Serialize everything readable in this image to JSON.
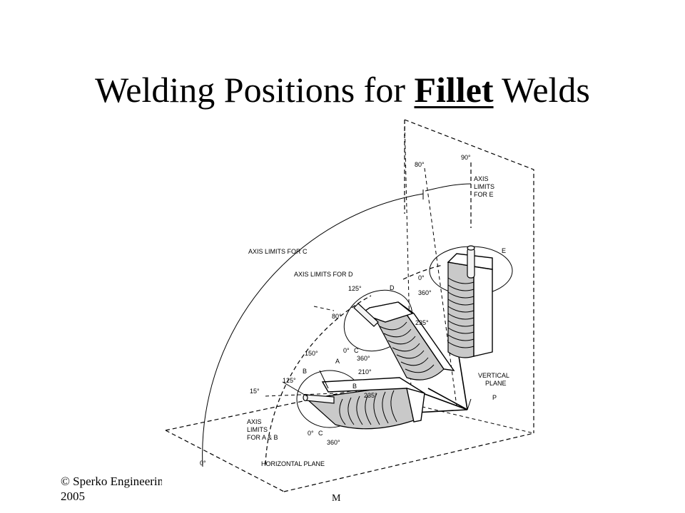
{
  "slide": {
    "title_before": "Welding Positions for ",
    "title_emphasis": "Fillet",
    "title_after": " Welds",
    "footer_left_line1": "© Sperko Engineering",
    "footer_left_line2": "2005",
    "footer_center": "M"
  },
  "figure": {
    "labels": {
      "axis_limits_for_c": "AXIS LIMITS FOR C",
      "axis_limits_for_d": "AXIS LIMITS FOR D",
      "axis_limits_for_e_1": "AXIS",
      "axis_limits_for_e_2": "LIMITS",
      "axis_limits_for_e_3": "FOR E",
      "axis_limits_for_ab_1": "AXIS",
      "axis_limits_for_ab_2": "LIMITS",
      "axis_limits_for_ab_3": "FOR A & B",
      "vertical_plane_1": "VERTICAL",
      "vertical_plane_2": "PLANE",
      "horizontal_plane": "HORIZONTAL PLANE",
      "point_p": "P",
      "pos_a": "A",
      "pos_b_upper": "B",
      "pos_b_lower": "B",
      "pos_c_lower": "C",
      "pos_c_mid": "C",
      "pos_d": "D",
      "pos_e": "E"
    },
    "angles": {
      "deg_90": "90°",
      "deg_80_top": "80°",
      "deg_80_mid": "80°",
      "deg_0_e": "0°",
      "deg_360_e": "360°",
      "deg_125_d": "125°",
      "deg_235_d": "235°",
      "deg_0_d": "0°",
      "deg_360_d": "360°",
      "deg_150": "150°",
      "deg_125_ab": "125°",
      "deg_210": "210°",
      "deg_235_ab": "235°",
      "deg_15": "15°",
      "deg_0_ab": "0°",
      "deg_360_ab": "360°",
      "deg_0_base": "0°"
    }
  }
}
